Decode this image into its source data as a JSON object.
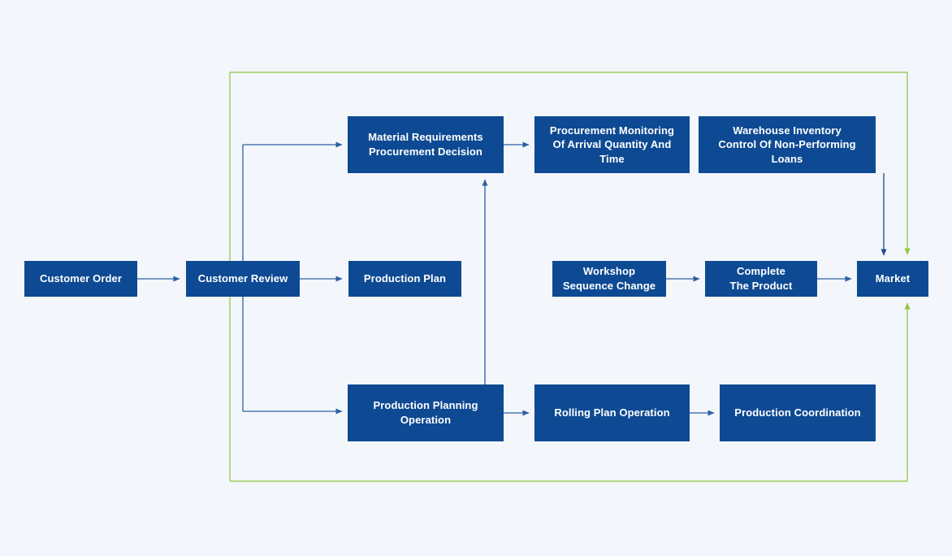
{
  "diagram": {
    "type": "flowchart",
    "colors": {
      "background": "#f3f6fb",
      "node_fill": "#0e4a93",
      "node_text": "#ffffff",
      "arrow_blue": "#2e5fa3",
      "arrow_dark_blue": "#1e4a8f",
      "feedback_loop_green": "#8cc63e"
    },
    "nodes": {
      "customer_order": {
        "label": "Customer Order"
      },
      "customer_review": {
        "label": "Customer Review"
      },
      "material_requirements": {
        "label": "Material Requirements\nProcurement Decision"
      },
      "procurement_monitoring": {
        "label": "Procurement Monitoring\nOf Arrival Quantity And Time"
      },
      "warehouse_inventory": {
        "label": "Warehouse Inventory\nControl Of Non-Performing Loans"
      },
      "production_plan": {
        "label": "Production Plan"
      },
      "workshop_sequence": {
        "label": "Workshop\nSequence Change"
      },
      "complete_product": {
        "label": "Complete\nThe Product"
      },
      "market": {
        "label": "Market"
      },
      "production_planning": {
        "label": "Production Planning\nOperation"
      },
      "rolling_plan": {
        "label": "Rolling Plan Operation"
      },
      "production_coordination": {
        "label": "Production Coordination"
      }
    },
    "edges": [
      "customer_order -> customer_review",
      "customer_review -> material_requirements",
      "customer_review -> production_plan",
      "customer_review -> production_planning",
      "material_requirements -> procurement_monitoring",
      "warehouse_inventory -> market",
      "workshop_sequence -> complete_product",
      "complete_product -> market",
      "production_planning -> material_requirements",
      "production_planning -> rolling_plan",
      "rolling_plan -> production_coordination",
      "feedback_loop -> market (top)",
      "feedback_loop -> market (bottom)"
    ]
  }
}
